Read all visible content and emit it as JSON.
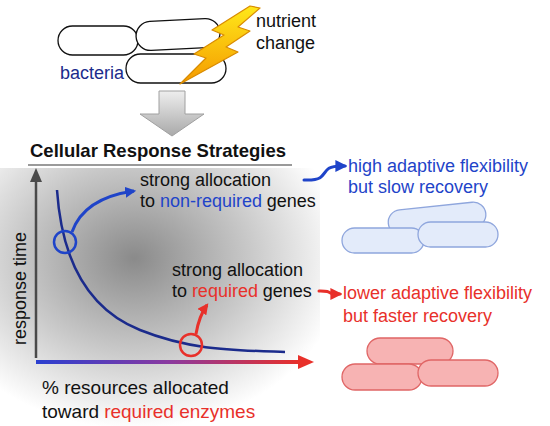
{
  "diagram": {
    "nodes": [
      {
        "text": [
          "bacteria"
        ]
      },
      {
        "text": [
          "Cellular Response Strategies"
        ]
      },
      {
        "text": [
          "strong allocation to",
          "non-required",
          "genes"
        ],
        "in": 1
      },
      {
        "text": [
          "strong allocation to",
          "required",
          "genes"
        ],
        "in": 1
      },
      {
        "text": [
          "high adaptive flexibility but slow recovery"
        ]
      },
      {
        "text": [
          "lower adaptive flexibility but faster recovery"
        ]
      }
    ],
    "edges": [
      {
        "from": 0,
        "to": 1,
        "arrow": "to"
      },
      {
        "from": 2,
        "to": 4,
        "arrow": "to"
      },
      {
        "from": 3,
        "to": 5,
        "arrow": "to"
      }
    ],
    "labels": [
      "nutrient change",
      "response time",
      "% resources allocated toward",
      "required enzymes"
    ]
  }
}
